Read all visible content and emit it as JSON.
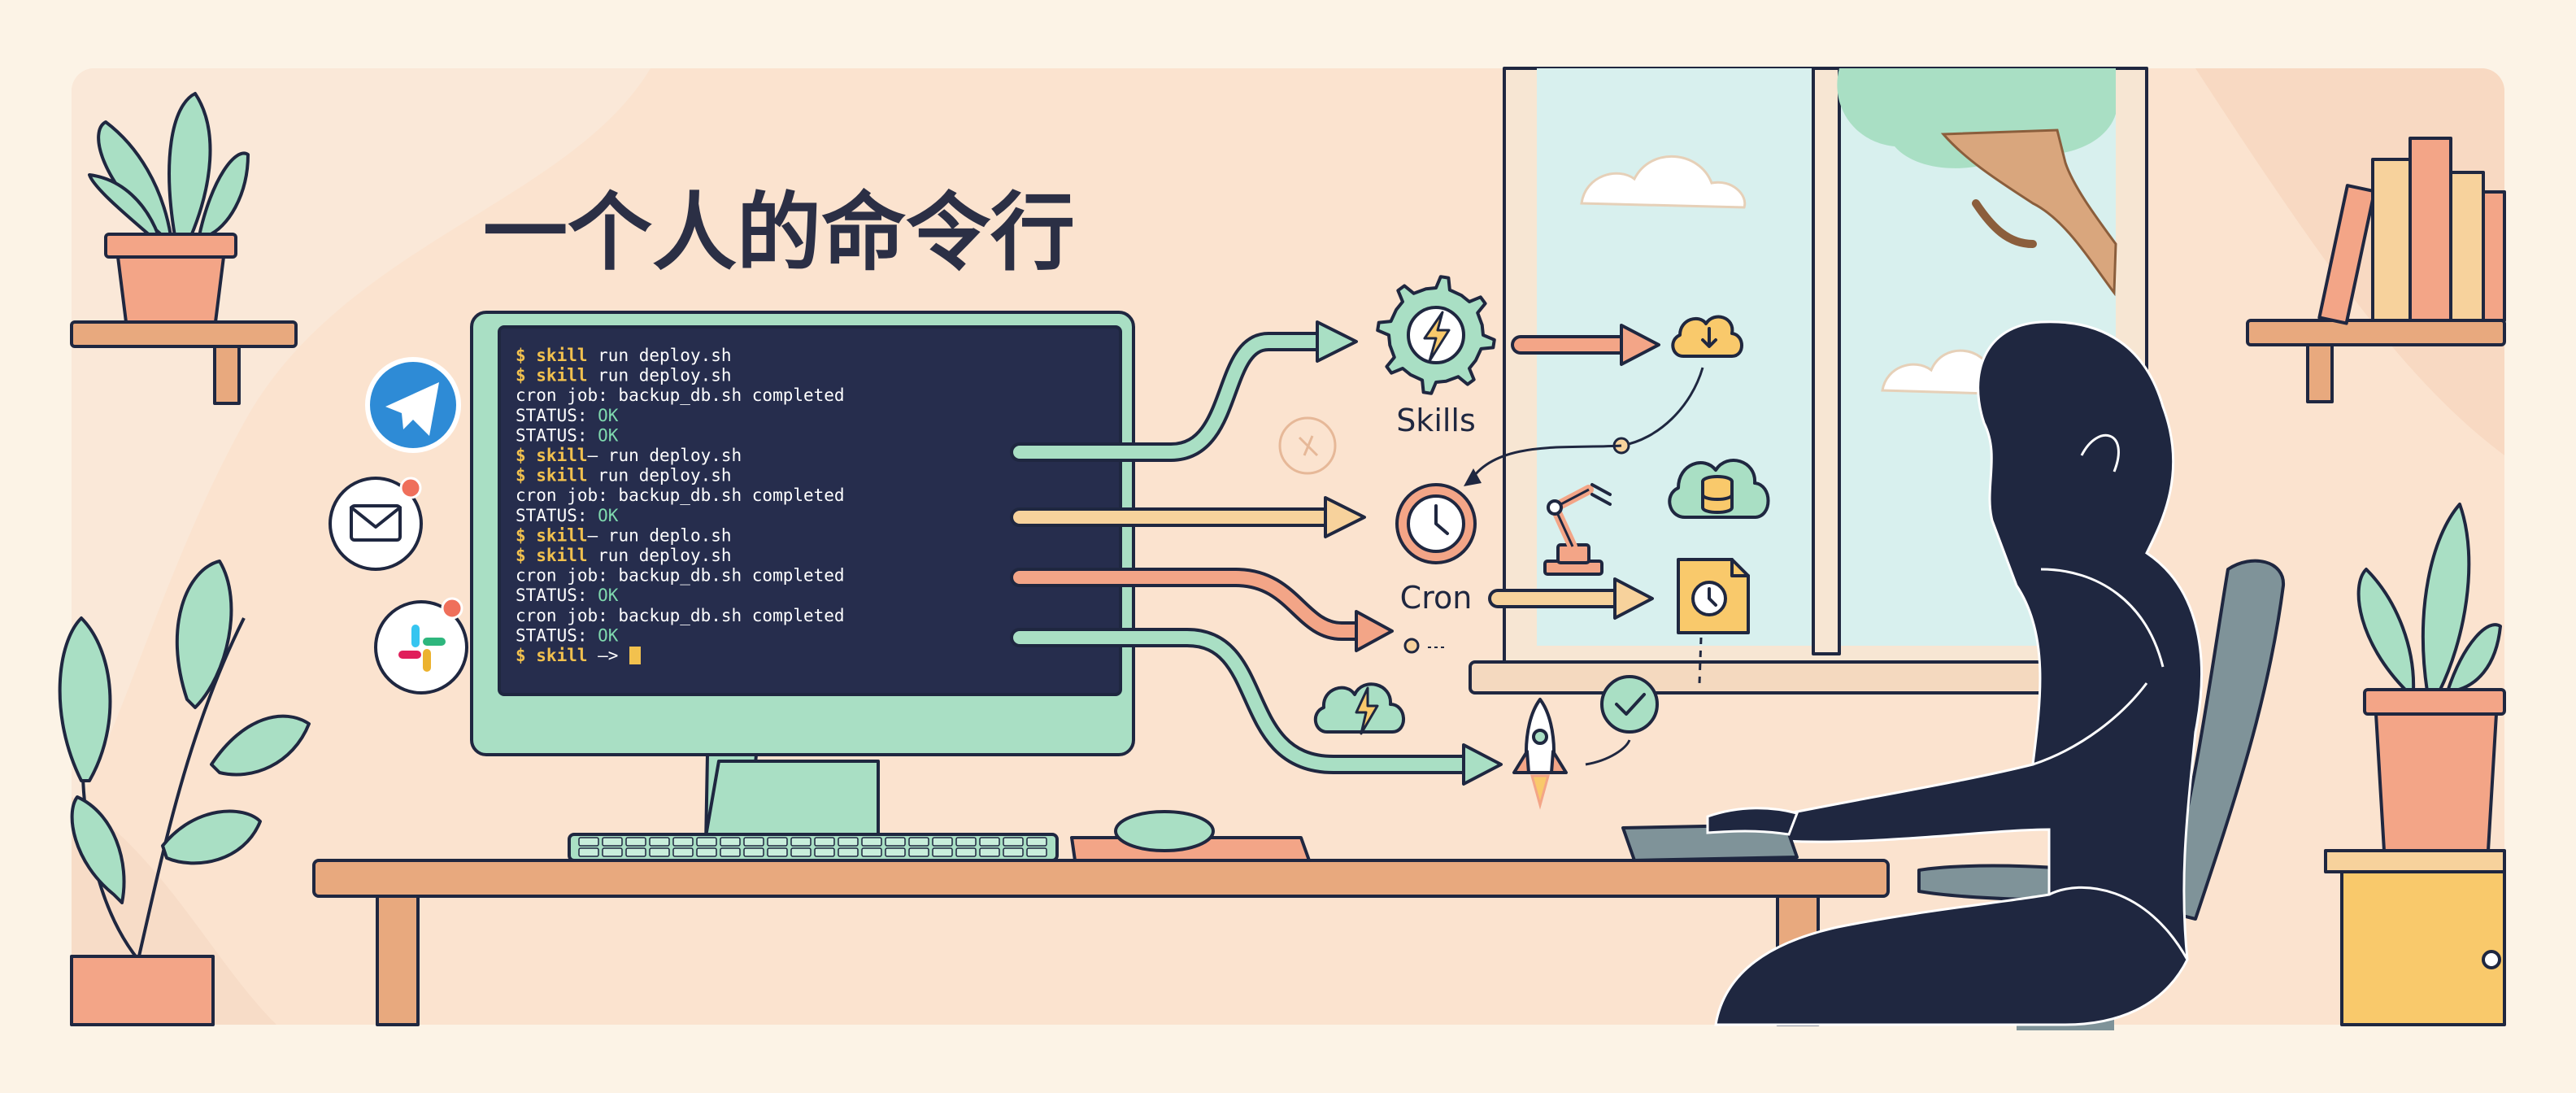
{
  "title": "一个人的命令行",
  "terminal": {
    "lines": [
      {
        "prompt": "$ skill",
        "text": " run deploy.sh"
      },
      {
        "prompt": "$ skill",
        "text": " run deploy.sh"
      },
      {
        "prompt": "",
        "text": "cron job: backup_db.sh completed"
      },
      {
        "prompt": "",
        "text": "STATUS: ",
        "ok": "OK"
      },
      {
        "prompt": "",
        "text": "STATUS: ",
        "ok": "OK"
      },
      {
        "prompt": "$ skill",
        "text": "– run deploy.sh"
      },
      {
        "prompt": "$ skill",
        "text": " run deploy.sh"
      },
      {
        "prompt": "",
        "text": "cron job: backup_db.sh completed"
      },
      {
        "prompt": "",
        "text": "STATUS: ",
        "ok": "OK"
      },
      {
        "prompt": "$ skill",
        "text": "– run deplo.sh"
      },
      {
        "prompt": "$ skill",
        "text": " run deploy.sh"
      },
      {
        "prompt": "",
        "text": "cron job: backup_db.sh completed"
      },
      {
        "prompt": "",
        "text": "STATUS: ",
        "ok": "OK"
      },
      {
        "prompt": "",
        "text": "cron job: backup_db.sh completed"
      },
      {
        "prompt": "",
        "text": "STATUS: ",
        "ok": "OK"
      },
      {
        "prompt": "$ skill",
        "text": " –> "
      }
    ]
  },
  "labels": {
    "skills": "Skills",
    "cron": "Cron"
  },
  "icons": [
    "telegram-icon",
    "mail-icon",
    "slack-icon",
    "gear-lightning-icon",
    "cloud-download-icon",
    "compass-icon",
    "clock-icon",
    "robot-arm-icon",
    "cloud-database-icon",
    "calendar-file-icon",
    "cloud-lightning-icon",
    "check-circle-icon",
    "rocket-icon"
  ],
  "colors": {
    "background": "#fcf3e6",
    "panel": "#fbe3cf",
    "mint": "#a9dfc4",
    "peach": "#f3a587",
    "sand": "#f7d29c",
    "navy": "#1f2740",
    "prompt_yellow": "#f2c14e",
    "ok_green": "#7fd9ae"
  }
}
